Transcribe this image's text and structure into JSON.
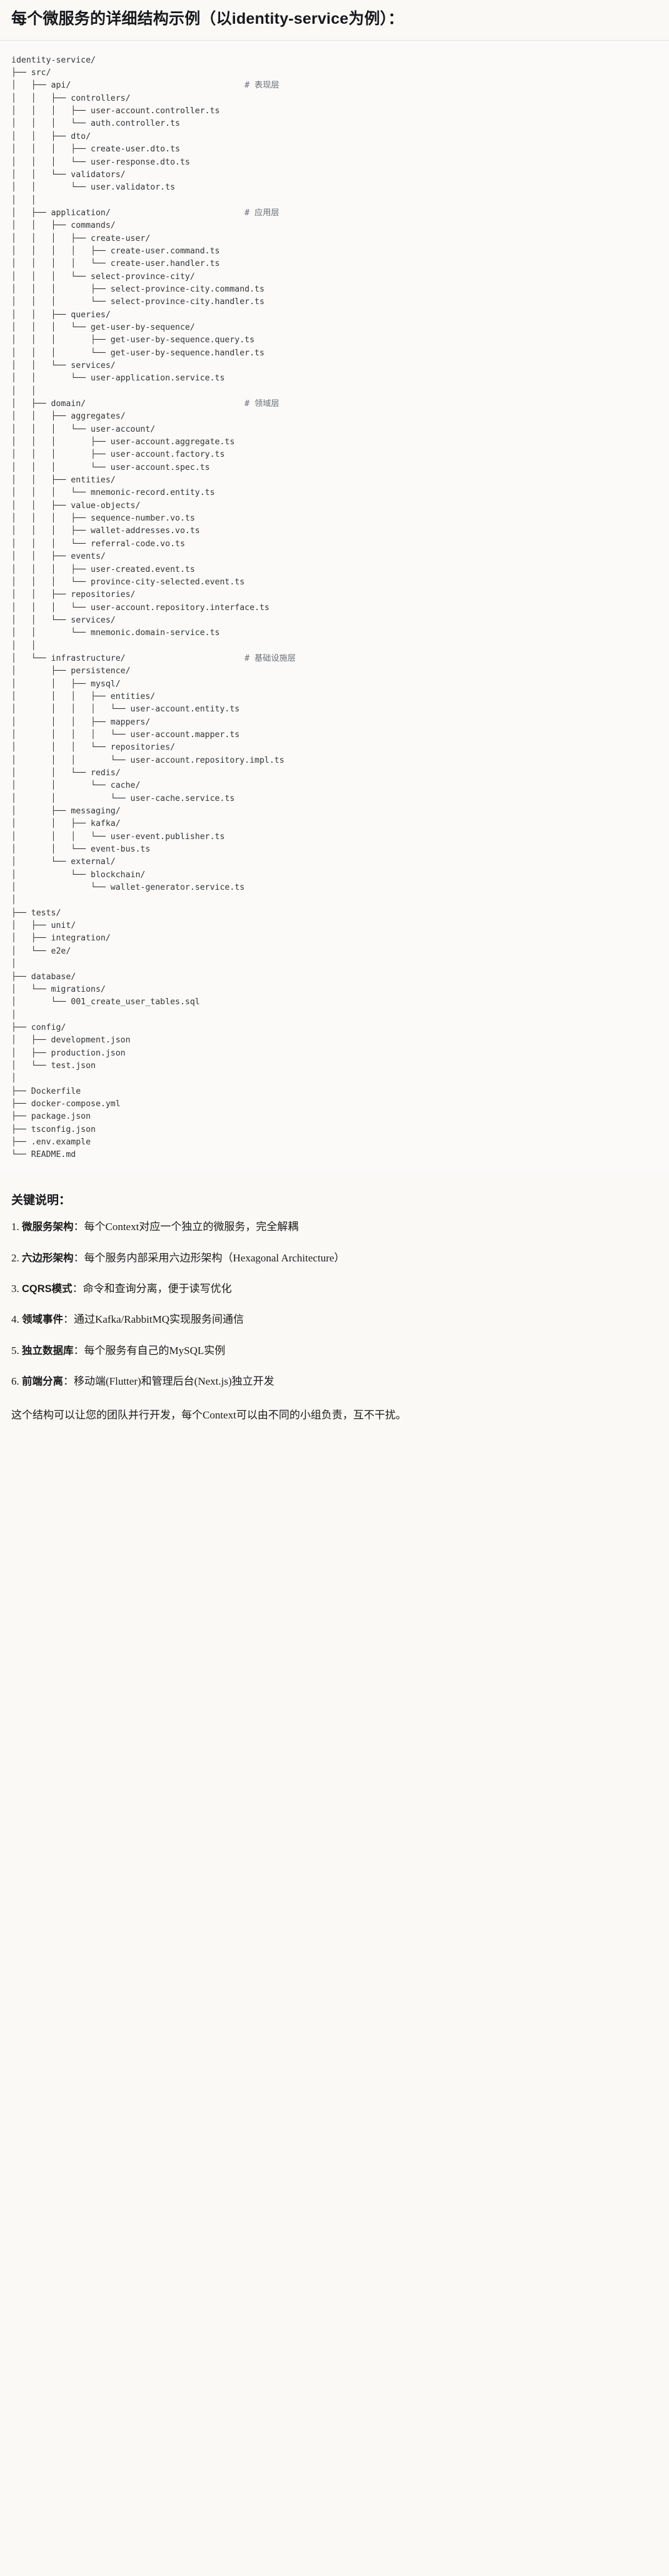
{
  "heading": "每个微服务的详细结构示例（以identity-service为例）：",
  "tree": {
    "root": "identity-service/",
    "comments": {
      "api": "# 表现层",
      "application": "# 应用层",
      "domain": "# 领域层",
      "infrastructure": "# 基础设施层"
    },
    "lines": [
      "identity-service/",
      "├── src/",
      "│   ├── api/                                   # 表现层",
      "│   │   ├── controllers/",
      "│   │   │   ├── user-account.controller.ts",
      "│   │   │   └── auth.controller.ts",
      "│   │   ├── dto/",
      "│   │   │   ├── create-user.dto.ts",
      "│   │   │   └── user-response.dto.ts",
      "│   │   └── validators/",
      "│   │       └── user.validator.ts",
      "│   │",
      "│   ├── application/                           # 应用层",
      "│   │   ├── commands/",
      "│   │   │   ├── create-user/",
      "│   │   │   │   ├── create-user.command.ts",
      "│   │   │   │   └── create-user.handler.ts",
      "│   │   │   └── select-province-city/",
      "│   │   │       ├── select-province-city.command.ts",
      "│   │   │       └── select-province-city.handler.ts",
      "│   │   ├── queries/",
      "│   │   │   └── get-user-by-sequence/",
      "│   │   │       ├── get-user-by-sequence.query.ts",
      "│   │   │       └── get-user-by-sequence.handler.ts",
      "│   │   └── services/",
      "│   │       └── user-application.service.ts",
      "│   │",
      "│   ├── domain/                                # 领域层",
      "│   │   ├── aggregates/",
      "│   │   │   └── user-account/",
      "│   │   │       ├── user-account.aggregate.ts",
      "│   │   │       ├── user-account.factory.ts",
      "│   │   │       └── user-account.spec.ts",
      "│   │   ├── entities/",
      "│   │   │   └── mnemonic-record.entity.ts",
      "│   │   ├── value-objects/",
      "│   │   │   ├── sequence-number.vo.ts",
      "│   │   │   ├── wallet-addresses.vo.ts",
      "│   │   │   └── referral-code.vo.ts",
      "│   │   ├── events/",
      "│   │   │   ├── user-created.event.ts",
      "│   │   │   └── province-city-selected.event.ts",
      "│   │   ├── repositories/",
      "│   │   │   └── user-account.repository.interface.ts",
      "│   │   └── services/",
      "│   │       └── mnemonic.domain-service.ts",
      "│   │",
      "│   └── infrastructure/                        # 基础设施层",
      "│       ├── persistence/",
      "│       │   ├── mysql/",
      "│       │   │   ├── entities/",
      "│       │   │   │   └── user-account.entity.ts",
      "│       │   │   ├── mappers/",
      "│       │   │   │   └── user-account.mapper.ts",
      "│       │   │   └── repositories/",
      "│       │   │       └── user-account.repository.impl.ts",
      "│       │   └── redis/",
      "│       │       └── cache/",
      "│       │           └── user-cache.service.ts",
      "│       ├── messaging/",
      "│       │   ├── kafka/",
      "│       │   │   └── user-event.publisher.ts",
      "│       │   └── event-bus.ts",
      "│       └── external/",
      "│           └── blockchain/",
      "│               └── wallet-generator.service.ts",
      "│",
      "├── tests/",
      "│   ├── unit/",
      "│   ├── integration/",
      "│   └── e2e/",
      "│",
      "├── database/",
      "│   └── migrations/",
      "│       └── 001_create_user_tables.sql",
      "│",
      "├── config/",
      "│   ├── development.json",
      "│   ├── production.json",
      "│   └── test.json",
      "│",
      "├── Dockerfile",
      "├── docker-compose.yml",
      "├── package.json",
      "├── tsconfig.json",
      "├── .env.example",
      "└── README.md"
    ]
  },
  "notes": {
    "title": "关键说明：",
    "items": [
      {
        "lead": "微服务架构",
        "body": "：每个Context对应一个独立的微服务，完全解耦"
      },
      {
        "lead": "六边形架构",
        "body": "：每个服务内部采用六边形架构（Hexagonal Architecture）"
      },
      {
        "lead": "CQRS模式",
        "body": "：命令和查询分离，便于读写优化"
      },
      {
        "lead": "领域事件",
        "body": "：通过Kafka/RabbitMQ实现服务间通信"
      },
      {
        "lead": "独立数据库",
        "body": "：每个服务有自己的MySQL实例"
      },
      {
        "lead": "前端分离",
        "body": "：移动端(Flutter)和管理后台(Next.js)独立开发"
      }
    ],
    "closing": "这个结构可以让您的团队并行开发，每个Context可以由不同的小组负责，互不干扰。"
  },
  "colors": {
    "background": "#faf9f6",
    "text": "#1b1b1b",
    "code": "#30343a",
    "comment": "#6a6f77",
    "rule": "#e3e1dc"
  }
}
